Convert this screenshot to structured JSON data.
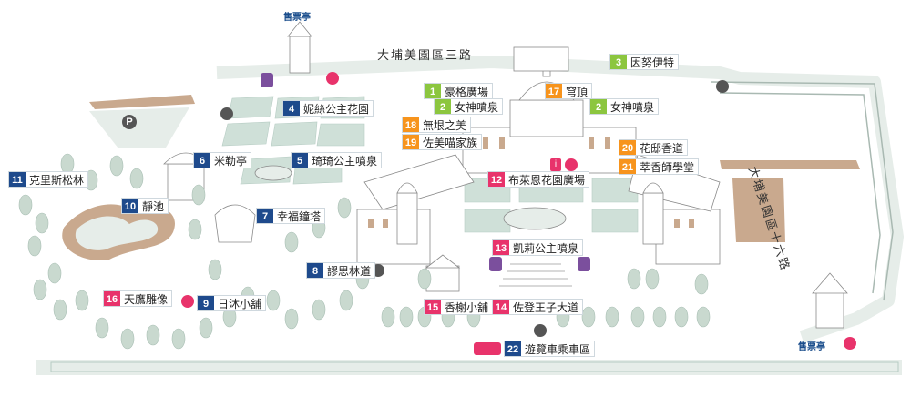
{
  "colors": {
    "green": "#8cc63f",
    "navy": "#1e4a8c",
    "orange": "#f7941d",
    "pink": "#e8336b",
    "path": "#e6ede9",
    "sand": "#c9a98e",
    "tree": "#c9d9cf",
    "hedge": "#cfe0d8"
  },
  "roads": {
    "top": "大埔美園區三路",
    "right": "大埔美園區十六路"
  },
  "ticket": {
    "top": "售票亭",
    "bottom": "售票亭"
  },
  "parking": "P",
  "labels": [
    {
      "key": "l1",
      "num": "1",
      "text": "豪格廣場",
      "color": "green"
    },
    {
      "key": "l2a",
      "num": "2",
      "text": "女神噴泉",
      "color": "green"
    },
    {
      "key": "l2b",
      "num": "2",
      "text": "女神噴泉",
      "color": "green"
    },
    {
      "key": "l3",
      "num": "3",
      "text": "因努伊特",
      "color": "green"
    },
    {
      "key": "l4",
      "num": "4",
      "text": "妮絲公主花園",
      "color": "navy"
    },
    {
      "key": "l5",
      "num": "5",
      "text": "琦琦公主噴泉",
      "color": "navy"
    },
    {
      "key": "l6",
      "num": "6",
      "text": "米勒亭",
      "color": "navy"
    },
    {
      "key": "l7",
      "num": "7",
      "text": "幸福鐘塔",
      "color": "navy"
    },
    {
      "key": "l8",
      "num": "8",
      "text": "謬思林道",
      "color": "navy"
    },
    {
      "key": "l9",
      "num": "9",
      "text": "日沐小舖",
      "color": "navy"
    },
    {
      "key": "l10",
      "num": "10",
      "text": "靜池",
      "color": "navy"
    },
    {
      "key": "l11",
      "num": "11",
      "text": "克里斯松林",
      "color": "navy"
    },
    {
      "key": "l12",
      "num": "12",
      "text": "布萊恩花園廣場",
      "color": "pink"
    },
    {
      "key": "l13",
      "num": "13",
      "text": "凱莉公主噴泉",
      "color": "pink"
    },
    {
      "key": "l14",
      "num": "14",
      "text": "佐登王子大道",
      "color": "pink"
    },
    {
      "key": "l15",
      "num": "15",
      "text": "香榭小舖",
      "color": "pink"
    },
    {
      "key": "l16",
      "num": "16",
      "text": "天鷹雕像",
      "color": "pink"
    },
    {
      "key": "l17",
      "num": "17",
      "text": "穹頂",
      "color": "orange"
    },
    {
      "key": "l18",
      "num": "18",
      "text": "無垠之美",
      "color": "orange"
    },
    {
      "key": "l19",
      "num": "19",
      "text": "佐美喵家族",
      "color": "orange"
    },
    {
      "key": "l20",
      "num": "20",
      "text": "花邸香道",
      "color": "orange"
    },
    {
      "key": "l21",
      "num": "21",
      "text": "萃香師學堂",
      "color": "orange"
    },
    {
      "key": "l22",
      "num": "22",
      "text": "遊覽車乘車區",
      "color": "navy"
    }
  ]
}
